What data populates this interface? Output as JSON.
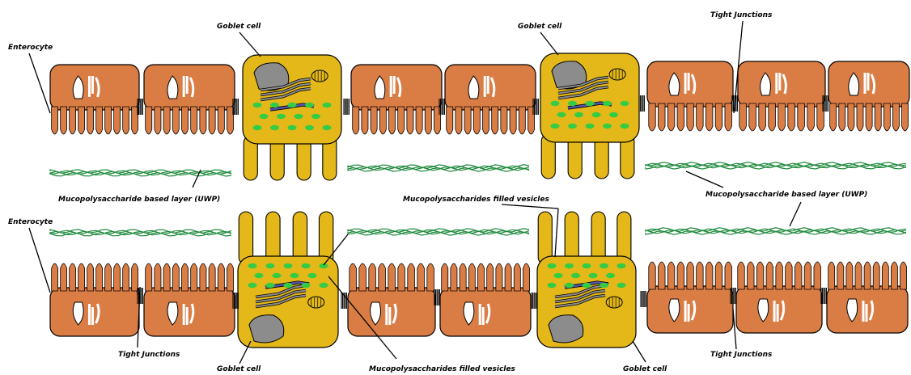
{
  "labels": {
    "enterocyte_top": "Enterocyte",
    "enterocyte_bottom": "Enterocyte",
    "goblet_top_left": "Goblet cell",
    "goblet_top_right": "Goblet cell",
    "goblet_bottom_left": "Goblet cell",
    "goblet_bottom_right": "Goblet cell",
    "tight_top": "Tight Junctions",
    "tight_bottom_left": "Tight Junctions",
    "tight_bottom_right": "Tight Junctions",
    "uwp_top": "Mucopolysaccharide based layer (UWP)",
    "uwp_bottom": "Mucopolysaccharide based layer (UWP)",
    "vesicles_mid": "Mucopolysaccharides filled vesicles",
    "vesicles_bottom": "Mucopolysaccharides filled vesicles"
  },
  "colors": {
    "enterocyte": "#d97d45",
    "goblet": "#e3b818",
    "nucleus": "#8c8c8c",
    "vesicle": "#33cc44",
    "mucus": "#1f8a3c",
    "golgi": "#5555aa",
    "outline": "#000000"
  }
}
